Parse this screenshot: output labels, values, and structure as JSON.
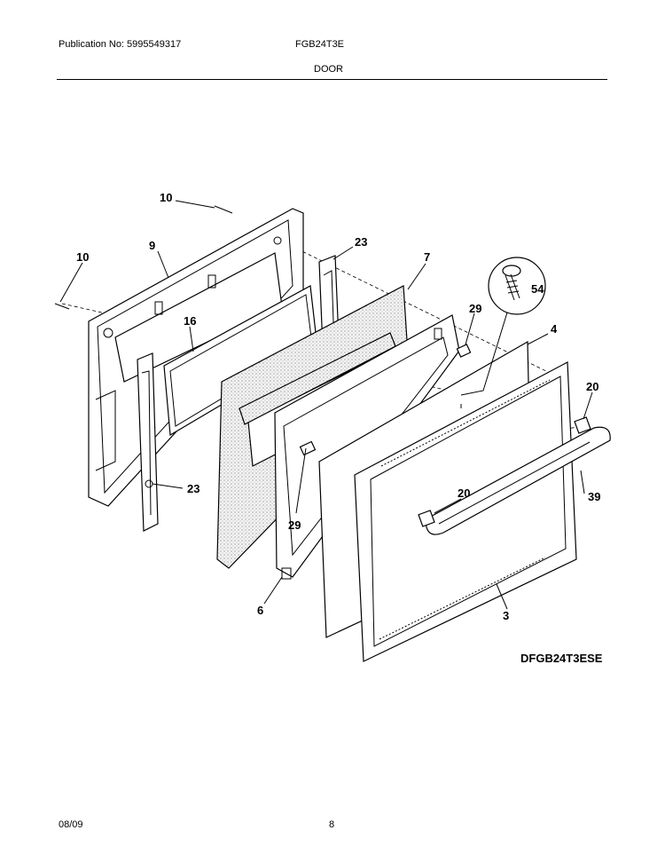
{
  "header": {
    "publication": "Publication No: 5995549317",
    "model": "FGB24T3E",
    "section": "DOOR"
  },
  "diagram": {
    "id": "DFGB24T3ESE",
    "callouts": {
      "c10a": "10",
      "c10b": "10",
      "c9": "9",
      "c23a": "23",
      "c7": "7",
      "c54": "54",
      "c29a": "29",
      "c4": "4",
      "c16": "16",
      "c20a": "20",
      "c23b": "23",
      "c29b": "29",
      "c20b": "20",
      "c39": "39",
      "c6": "6",
      "c3": "3"
    }
  },
  "footer": {
    "date": "08/09",
    "page": "8"
  }
}
